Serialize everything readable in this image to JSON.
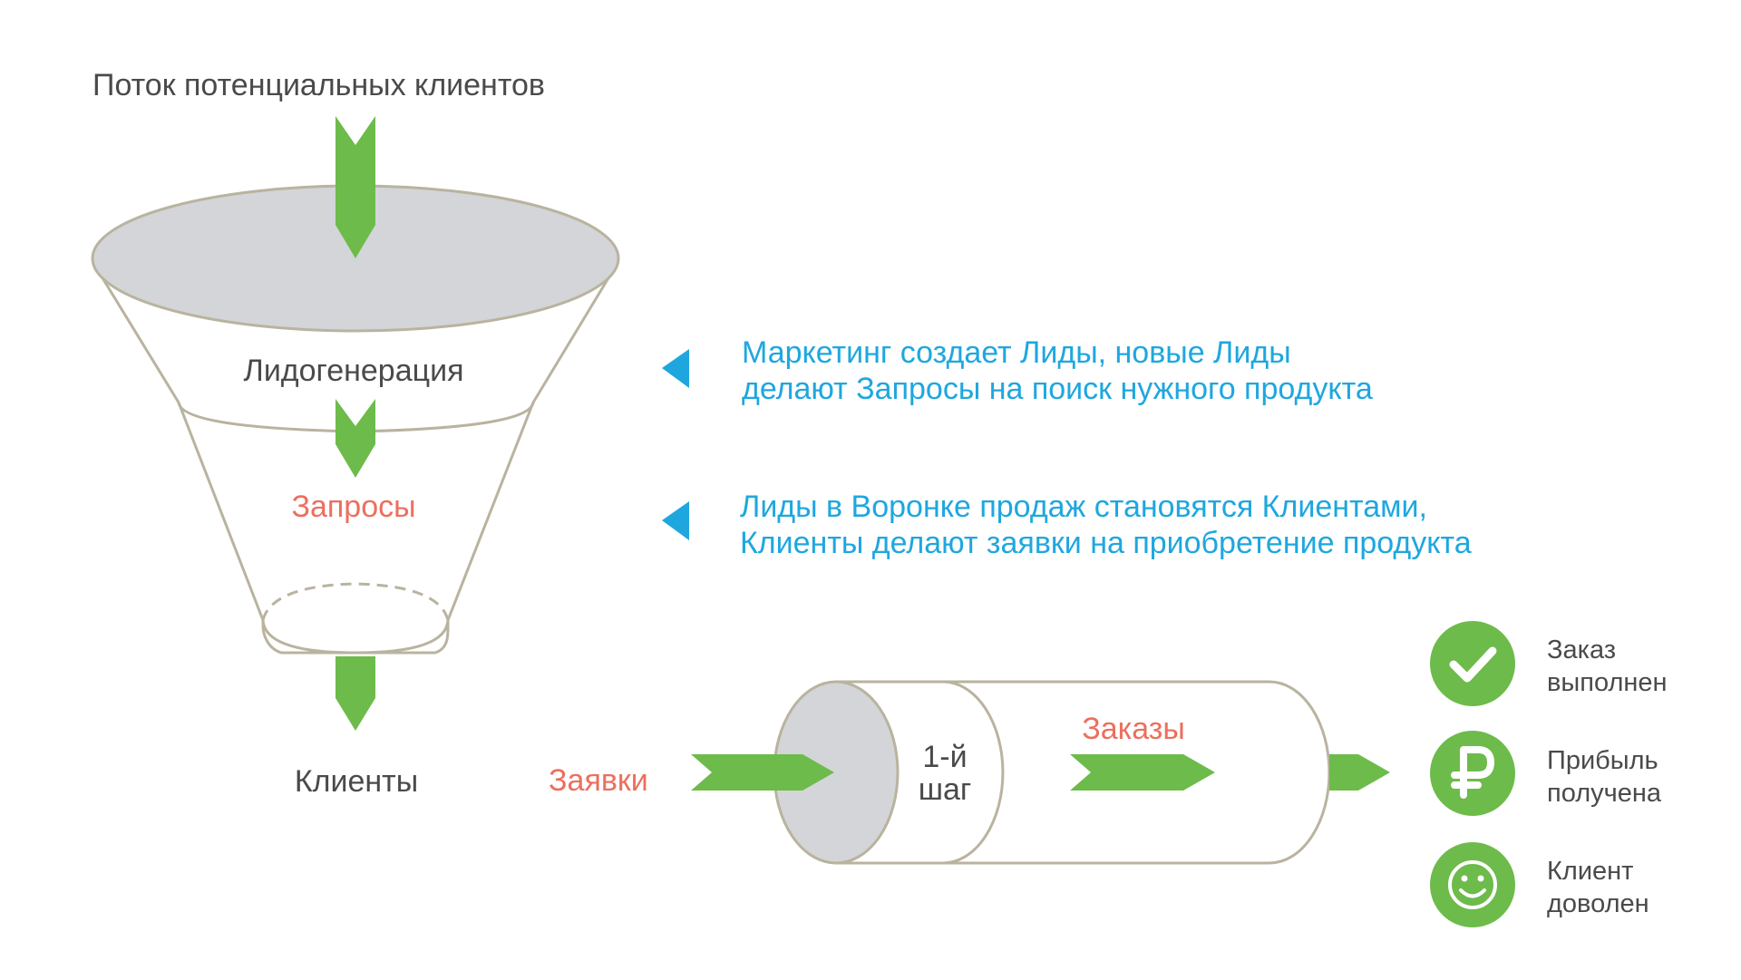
{
  "funnel": {
    "top_label": "Поток потенциальных клиентов",
    "stage_1": "Лидогенерация",
    "stage_2": "Запросы",
    "bottom_label": "Клиенты"
  },
  "notes": {
    "note_1": {
      "line_1": "Маркетинг создает Лиды, новые Лиды",
      "line_2": "делают Запросы на поиск нужного продукта"
    },
    "note_2": {
      "line_1": "Лиды в Воронке продаж становятся Клиентами,",
      "line_2": "Клиенты делают заявки на приобретение продукта"
    }
  },
  "pipe": {
    "input_label": "Заявки",
    "step_line_1": "1-й",
    "step_line_2": "шаг",
    "orders_label": "Заказы"
  },
  "outcomes": [
    {
      "icon": "check-icon",
      "line_1": "Заказ",
      "line_2": "выполнен"
    },
    {
      "icon": "ruble-icon",
      "line_1": "Прибыль",
      "line_2": "получена"
    },
    {
      "icon": "smile-icon",
      "line_1": "Клиент",
      "line_2": "доволен"
    }
  ],
  "colors": {
    "green": "#6dbb4b",
    "blue": "#1ea7df",
    "red": "#ec6f5f",
    "gray_fill": "#d3d5d8",
    "outline": "#b9b39f",
    "text": "#4a4a4a"
  }
}
